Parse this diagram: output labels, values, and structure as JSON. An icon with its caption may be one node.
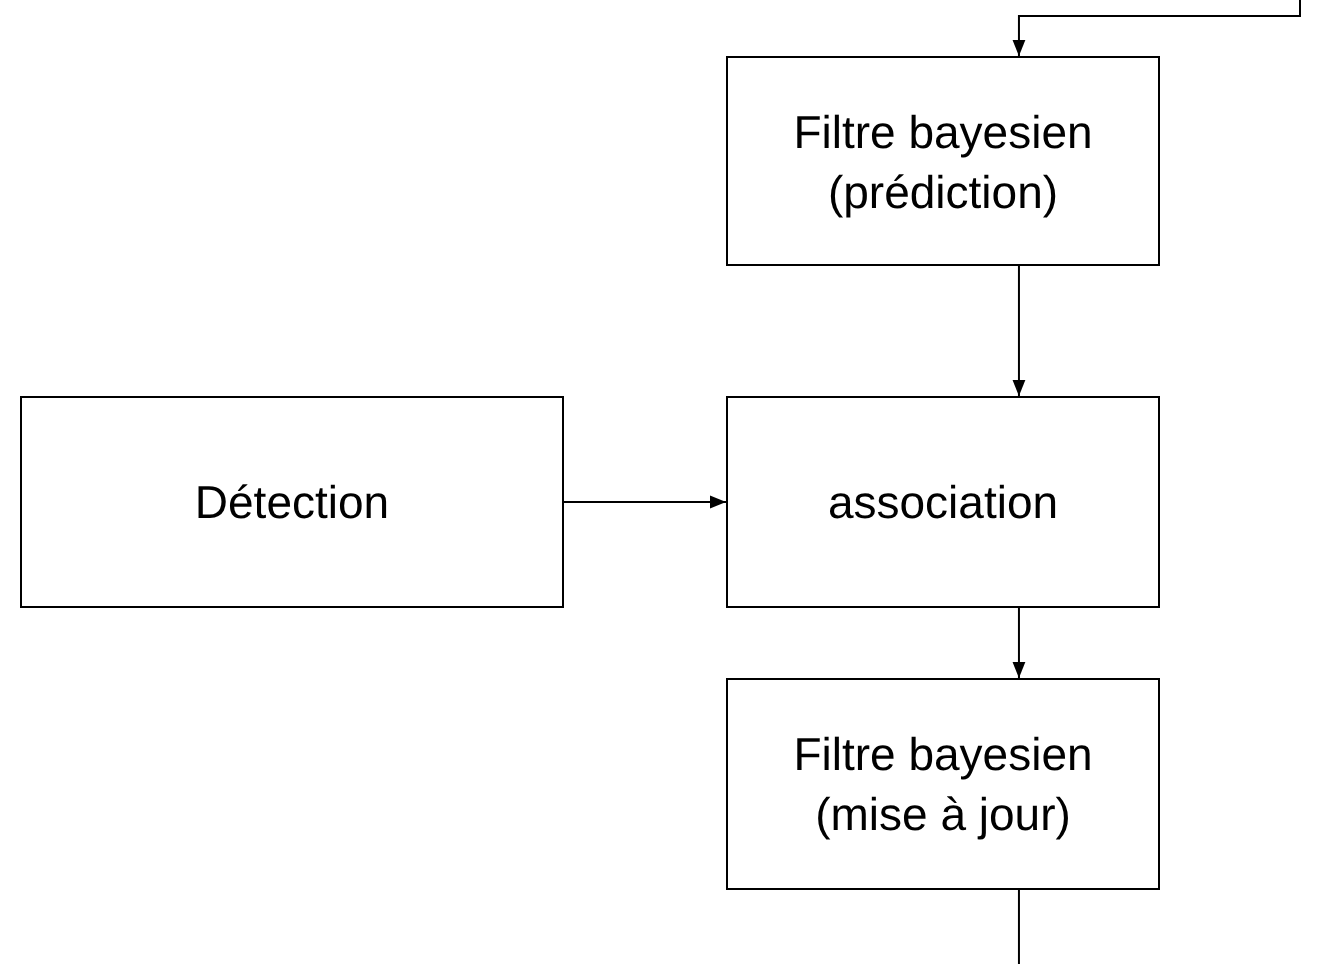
{
  "diagram": {
    "nodes": [
      {
        "text": [
          "Filtre bayesien (prédiction)"
        ]
      },
      {
        "text": [
          "Détection"
        ]
      },
      {
        "text": [
          "association"
        ]
      },
      {
        "text": [
          "Filtre bayesien (mise à jour)"
        ]
      }
    ],
    "edges": [
      {
        "from": null,
        "to": 0,
        "arrow": "to"
      },
      {
        "from": 0,
        "to": 2,
        "arrow": "to"
      },
      {
        "from": 1,
        "to": 2,
        "arrow": "to"
      },
      {
        "from": 2,
        "to": 3,
        "arrow": "to"
      },
      {
        "from": 3,
        "to": null,
        "arrow": "none"
      }
    ]
  }
}
